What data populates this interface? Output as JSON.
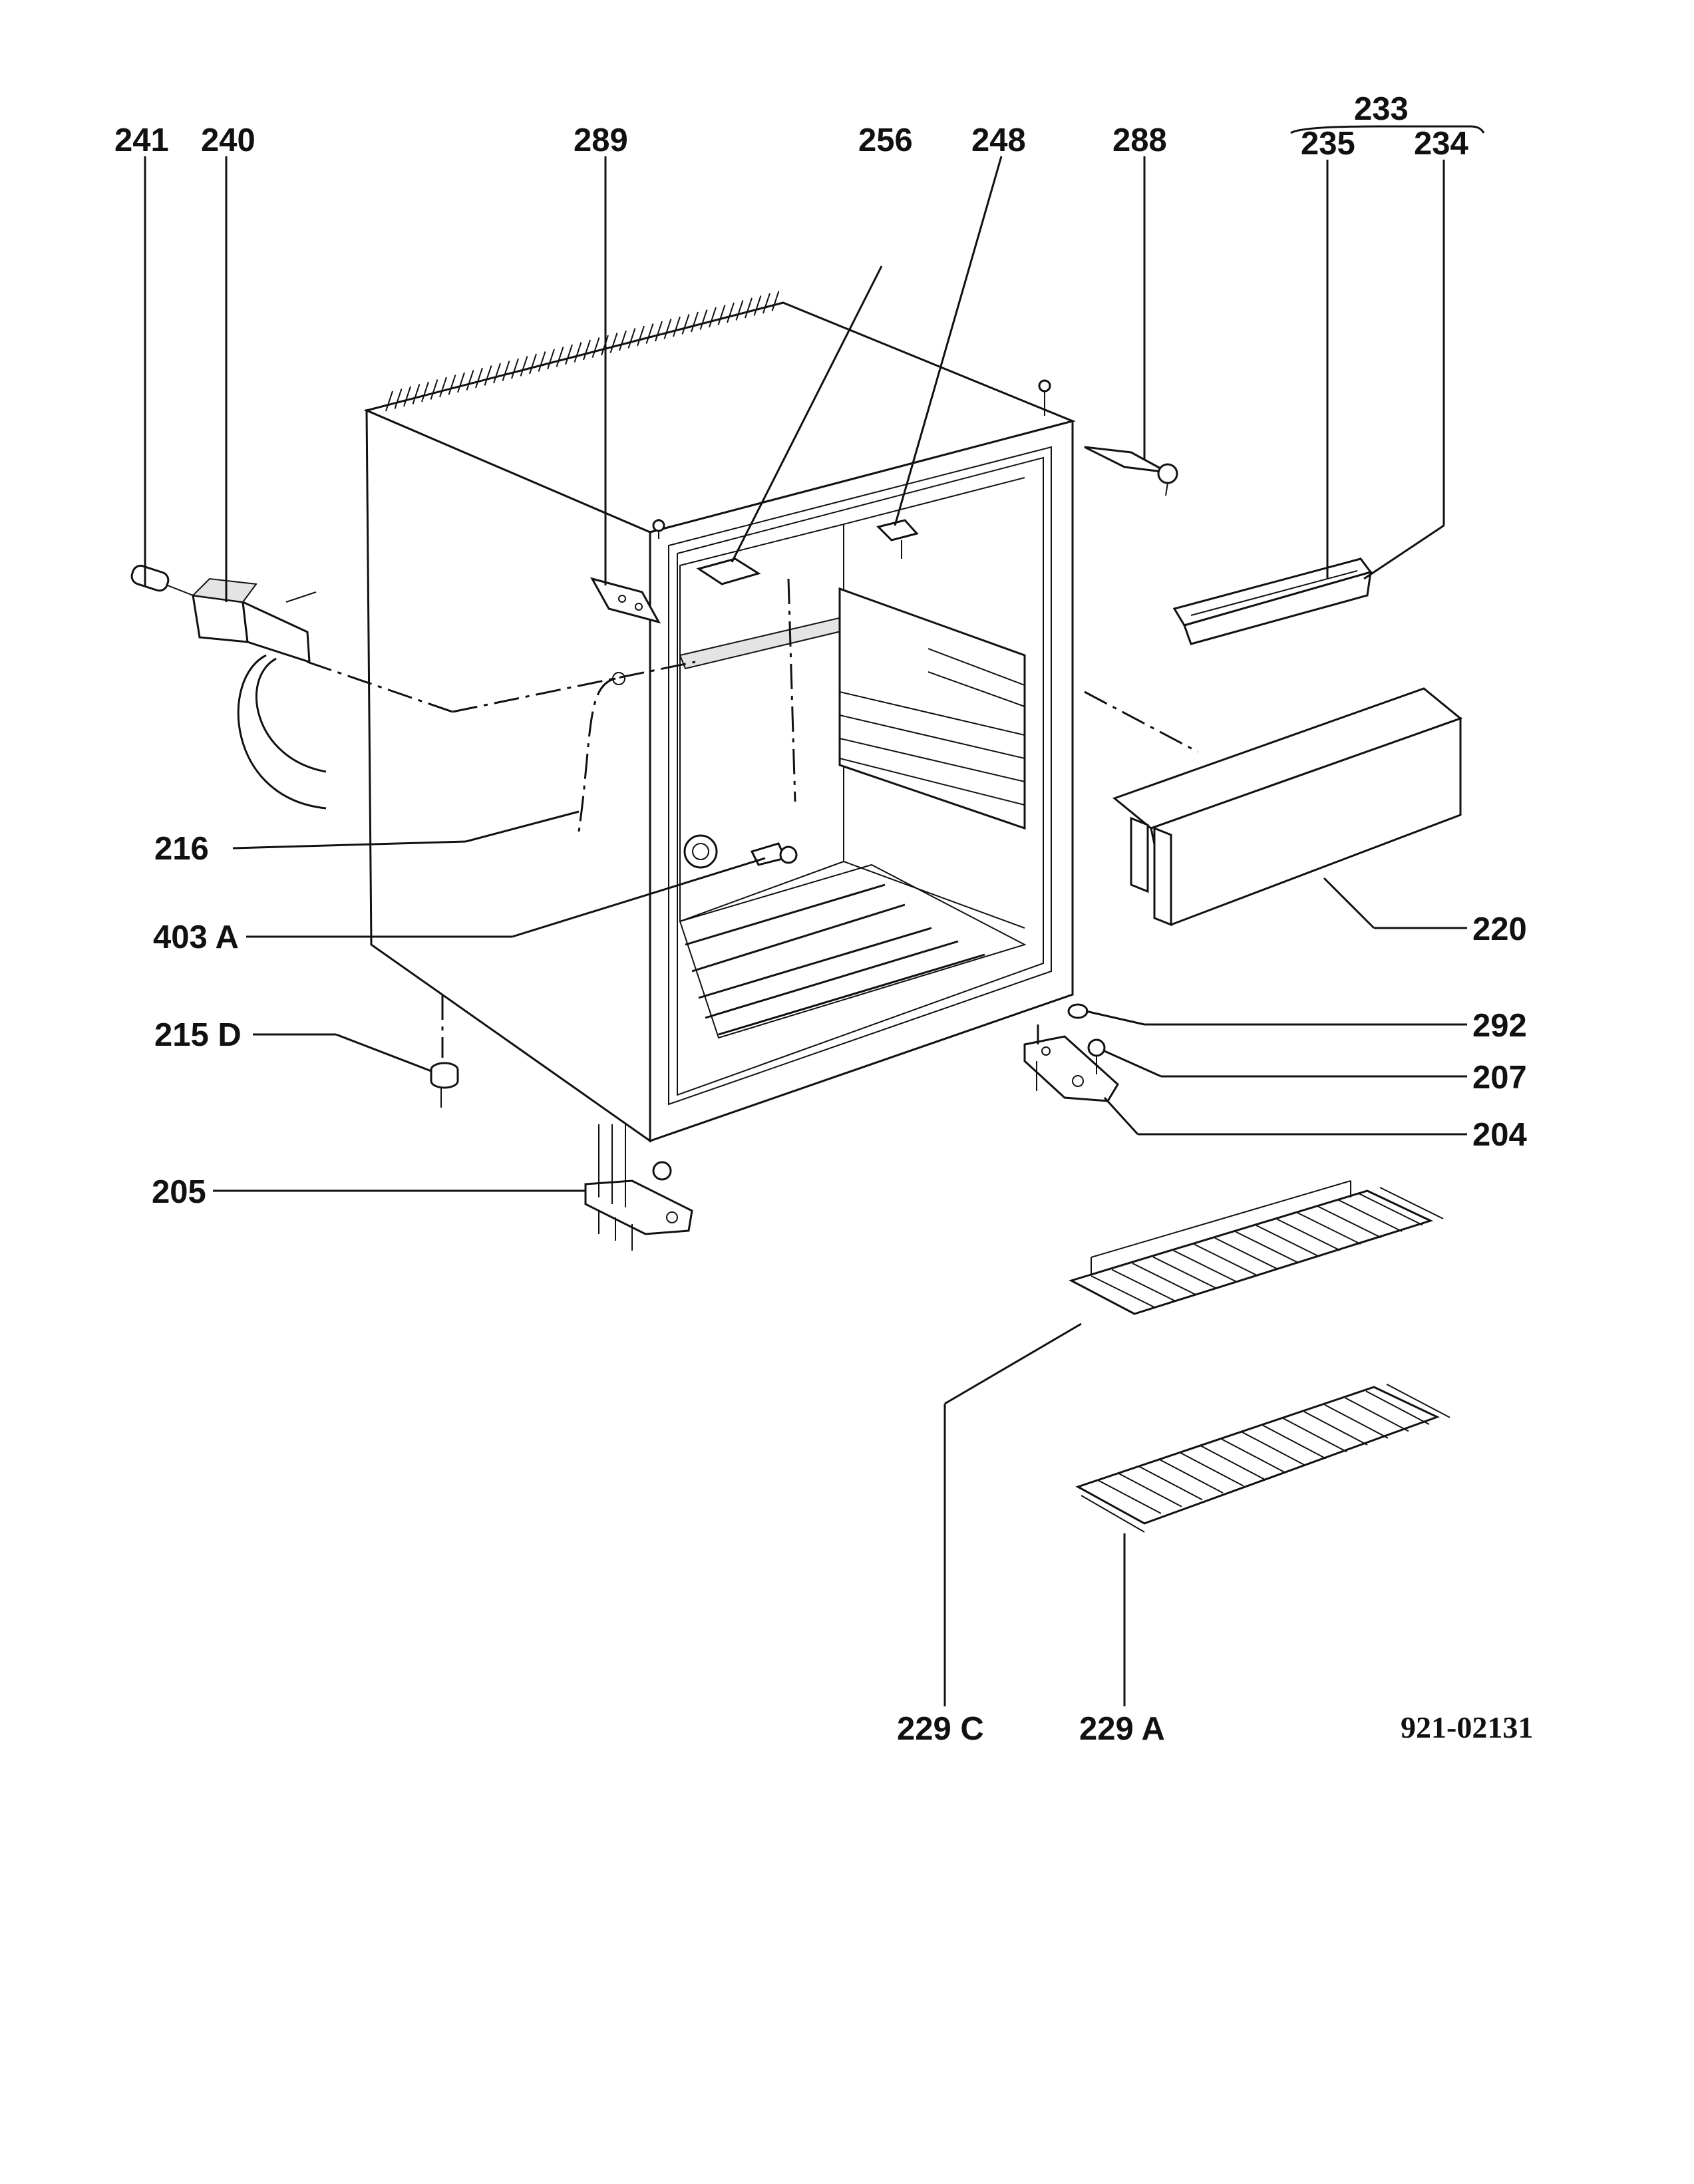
{
  "labels": {
    "p241": "241",
    "p240": "240",
    "p289": "289",
    "p256": "256",
    "p248": "248",
    "p288": "288",
    "p233": "233",
    "p235": "235",
    "p234": "234",
    "p216": "216",
    "p403a": "403 A",
    "p220": "220",
    "p215d": "215 D",
    "p292": "292",
    "p207": "207",
    "p204": "204",
    "p205": "205",
    "p229c": "229 C",
    "p229a": "229 A"
  },
  "drawing_code": "921-02131"
}
